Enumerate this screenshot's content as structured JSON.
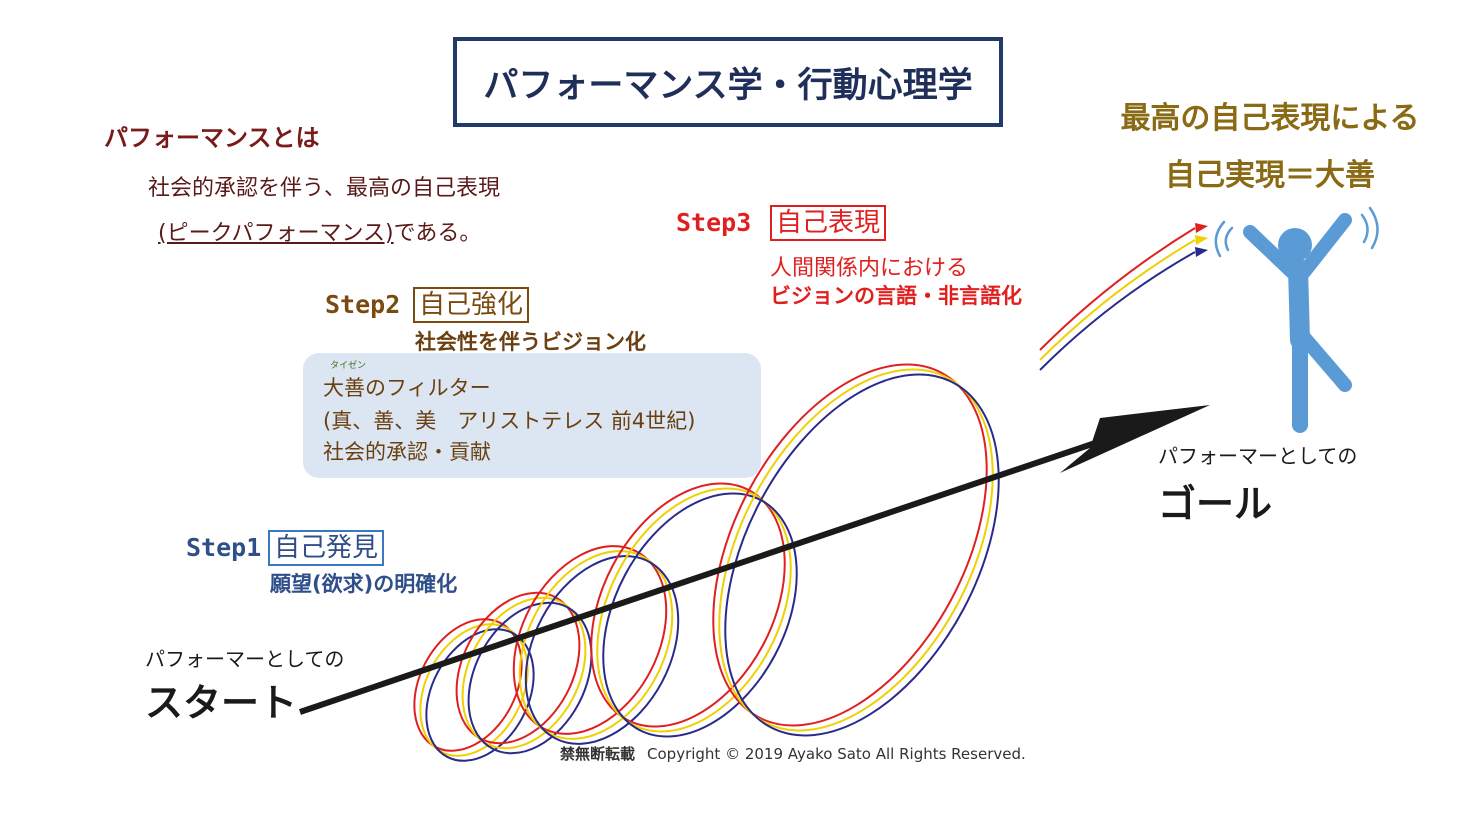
{
  "title": "パフォーマンス学・行動心理学",
  "definition": {
    "heading": "パフォーマンスとは",
    "line1": "社会的承認を伴う、最高の自己表現",
    "line2_underlined": "(ピークパフォーマンス)",
    "line2_tail": "である。"
  },
  "goal_heading": {
    "line1": "最高の自己表現による",
    "line2": "自己実現＝大善"
  },
  "steps": [
    {
      "label": "Step1",
      "box": "自己発見",
      "desc": "願望(欲求)の明確化",
      "color": "#2f4f8a"
    },
    {
      "label": "Step2",
      "box": "自己強化",
      "desc": "社会性を伴うビジョン化",
      "color": "#7a4a10"
    },
    {
      "label": "Step3",
      "box": "自己表現",
      "desc1": "人間関係内における",
      "desc2": "ビジョンの言語・非言語化",
      "color": "#e02020"
    }
  ],
  "filter": {
    "ruby": "タイゼン",
    "line1": "大善のフィルター",
    "line2": "(真、善、美　アリストテレス 前4世紀)",
    "line3": "社会的承認・貢献"
  },
  "start": {
    "sub": "パフォーマーとしての",
    "big": "スタート"
  },
  "goal": {
    "sub": "パフォーマーとしての",
    "big": "ゴール"
  },
  "copyright": {
    "prefix": "禁無断転載",
    "text": "Copyright © 2019 Ayako Sato All Rights Reserved."
  },
  "colors": {
    "loop_red": "#e02020",
    "loop_yellow": "#f0d000",
    "loop_blue": "#2a2a8a",
    "figure": "#5b9bd5",
    "arrow": "#1a1a1a"
  }
}
